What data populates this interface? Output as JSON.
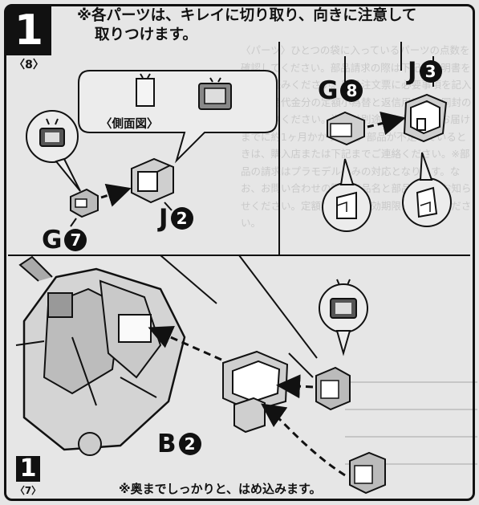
{
  "step": {
    "number": "1",
    "sub": "〈8〉"
  },
  "instruction": {
    "line1": "※各パーツは、キレイに切り取り、向きに注意して",
    "line2": "取りつけます。"
  },
  "side_view_label": "〈側面図〉",
  "parts": {
    "j2": {
      "letter": "J",
      "num": "2"
    },
    "g7": {
      "letter": "G",
      "num": "7"
    },
    "g8": {
      "letter": "G",
      "num": "8"
    },
    "j3": {
      "letter": "J",
      "num": "3"
    },
    "b2": {
      "letter": "B",
      "num": "2"
    }
  },
  "bottom_step": {
    "number": "1",
    "sub": "〈7〉"
  },
  "bottom_note": "※奥までしっかりと、はめ込みます。",
  "background_text": "〈パーツ〉ひとつの袋に入っているパーツの点数を確認してください。部品請求の際は下記の説明書をよくお読みください。部品注文票に必要事項を記入し、部品代金分の定額小為替と返信用切手を同封の上お送りください。送料は別途かかります。お届けまでに約1ヶ月かかります。部品が不足しているときは、購入店または下記までご連絡ください。※部品の請求はプラモデルのみの対応となります。なお、お問い合わせの際は商品名と部品番号をお知らせください。定額小為替の有効期限にご注意ください。"
}
